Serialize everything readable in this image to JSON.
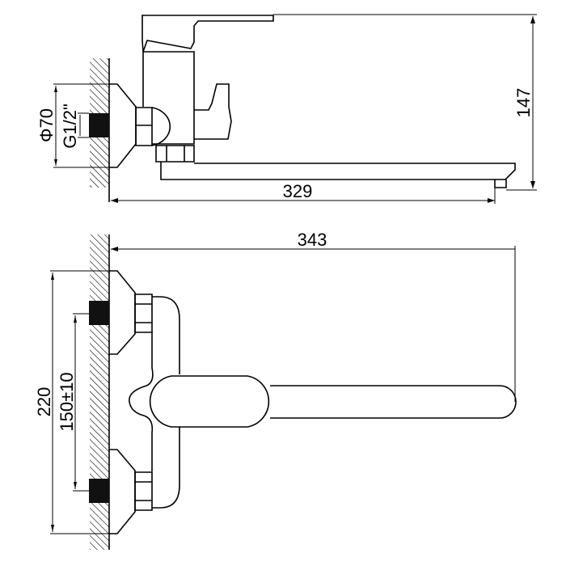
{
  "drawing": {
    "side_view": {
      "spout_length_label": "329",
      "height_label": "147",
      "escutcheon_diameter_label": "Φ70",
      "thread_label": "G1/2\""
    },
    "top_view": {
      "overall_length_label": "343",
      "escutcheon_span_label": "220",
      "centers_label": "150±10"
    }
  }
}
